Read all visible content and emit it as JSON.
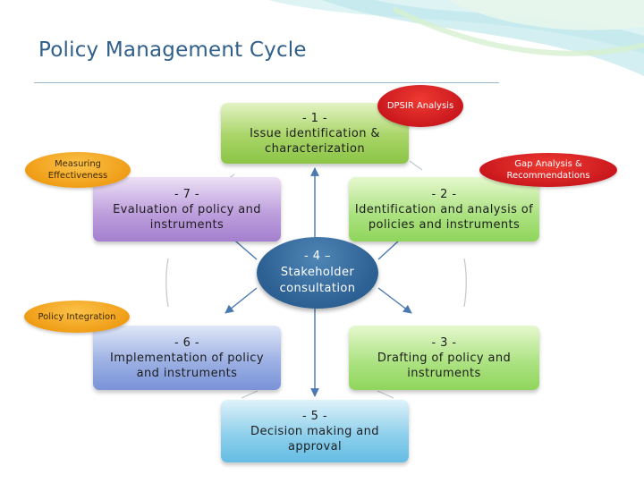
{
  "title": "Policy Management Cycle",
  "colors": {
    "title": "#2f5f8a",
    "hub": "#2c5f92",
    "red_tag": "#d7191f",
    "orange_tag": "#f5a623",
    "connector": "#4a78b0"
  },
  "steps": [
    {
      "num": "- 1 -",
      "text": "Issue identification & characterization"
    },
    {
      "num": "- 2 -",
      "text": "Identification and analysis of policies and instruments"
    },
    {
      "num": "- 3 -",
      "text": "Drafting of policy and instruments"
    },
    {
      "num": "- 4 –",
      "text": "Stakeholder consultation"
    },
    {
      "num": "- 5 -",
      "text": "Decision making and approval"
    },
    {
      "num": "- 6 -",
      "text": "Implementation of policy and instruments"
    },
    {
      "num": "- 7 -",
      "text": "Evaluation of policy and instruments"
    }
  ],
  "tags": {
    "dpsir": "DPSIR Analysis",
    "gap": "Gap Analysis & Recommendations",
    "measuring": "Measuring Effectiveness",
    "integration": "Policy Integration"
  }
}
